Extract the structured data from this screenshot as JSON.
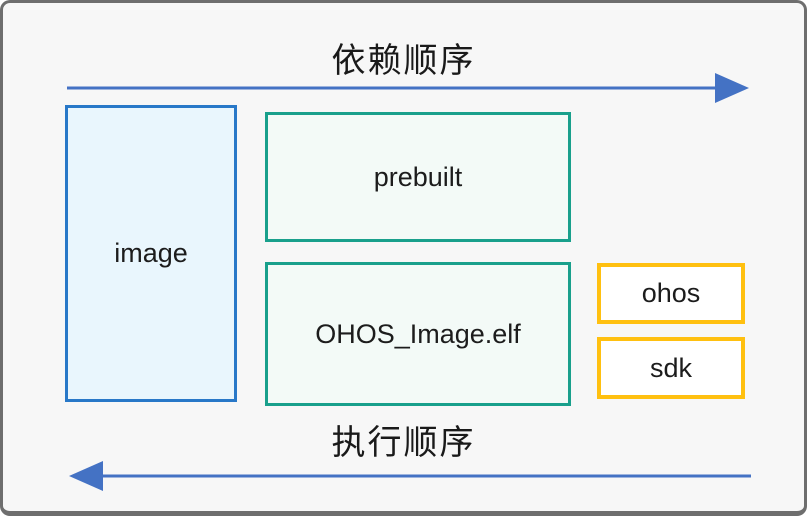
{
  "diagram": {
    "dependency_label": "依赖顺序",
    "execution_label": "执行顺序",
    "boxes": {
      "image": "image",
      "prebuilt": "prebuilt",
      "ohos_image_elf": "OHOS_Image.elf",
      "ohos": "ohos",
      "sdk": "sdk"
    },
    "colors": {
      "arrow_blue": "#4472c4",
      "image_border": "#2878c8",
      "image_fill": "#e9f6fd",
      "green_border": "#19a08c",
      "green_fill": "#f3faf7",
      "orange_border": "#ffc010",
      "orange_fill": "#ffffff",
      "outer_border": "#6e6e6e",
      "background": "#f7f7f7",
      "text": "#1a1a1a"
    }
  }
}
